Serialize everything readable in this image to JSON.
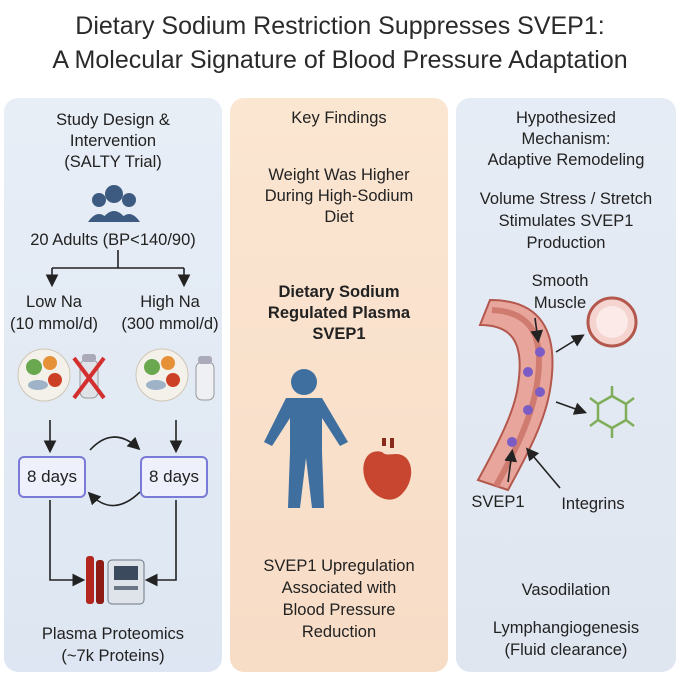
{
  "title": {
    "line1": "Dietary Sodium Restriction Suppresses SVEP1:",
    "line2": "A Molecular Signature of Blood Pressure Adaptation"
  },
  "panel_design": {
    "heading": [
      "Study Design &",
      "Intervention",
      "(SALTY Trial)"
    ],
    "participants": "20 Adults (BP<140/90)",
    "low_label": "Low Na",
    "low_dose": "(10 mmol/d)",
    "high_label": "High Na",
    "high_dose": "(300 mmol/d)",
    "days_left": "8 days",
    "days_right": "8 days",
    "outcome": [
      "Plasma Proteomics",
      "(~7k Proteins)"
    ]
  },
  "panel_findings": {
    "heading": "Key Findings",
    "finding1": [
      "Weight Was Higher",
      "During High-Sodium",
      "Diet"
    ],
    "finding2": [
      "Dietary Sodium",
      "Regulated Plasma",
      "SVEP1"
    ],
    "finding3": [
      "SVEP1 Upregulation",
      "Associated with",
      "Blood Pressure",
      "Reduction"
    ]
  },
  "panel_mechanism": {
    "heading": [
      "Hypothesized",
      "Mechanism:",
      "Adaptive Remodeling"
    ],
    "stimulus": [
      "Volume Stress / Stretch",
      "Stimulates SVEP1",
      "Production"
    ],
    "label_smooth": [
      "Smooth",
      "Muscle"
    ],
    "label_svep1": "SVEP1",
    "label_integrins": "Integrins",
    "outcome1": "Vasodilation",
    "outcome2": [
      "Lymphangiogenesis",
      "(Fluid clearance)"
    ]
  },
  "colors": {
    "panel_blue": "#e3eaf4",
    "panel_peach": "#f9e1cc",
    "day_box_border": "#7a7ad8",
    "people_icon": "#3d5a80",
    "body_silhouette": "#3f6f9e",
    "heart": "#c8452f",
    "vessel": "#e7a59c",
    "svep1_star": "#7b5cc4"
  }
}
